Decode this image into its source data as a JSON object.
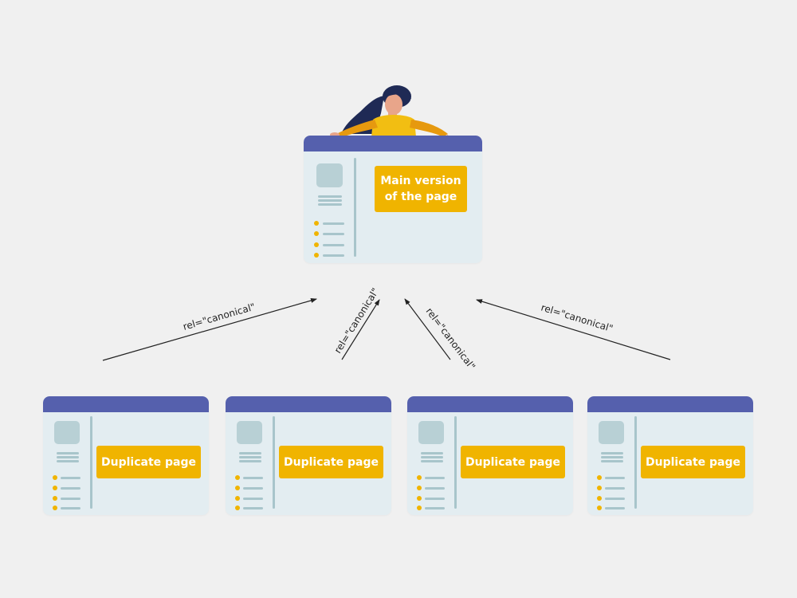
{
  "main_page": {
    "label": "Main version\nof the page"
  },
  "duplicate_pages": [
    {
      "label": "Duplicate page"
    },
    {
      "label": "Duplicate page"
    },
    {
      "label": "Duplicate page"
    },
    {
      "label": "Duplicate page"
    }
  ],
  "links": [
    {
      "label": "rel=\"canonical\""
    },
    {
      "label": "rel=\"canonical\""
    },
    {
      "label": "rel=\"canonical\""
    },
    {
      "label": "rel=\"canonical\""
    }
  ],
  "colors": {
    "background": "#f0f0f0",
    "window_body": "#e3edf1",
    "window_header": "#5560ad",
    "label_box": "#f0b400",
    "bullet": "#f0b400",
    "line": "#222222"
  },
  "illustration": {
    "icon": "woman-peeking-icon"
  }
}
